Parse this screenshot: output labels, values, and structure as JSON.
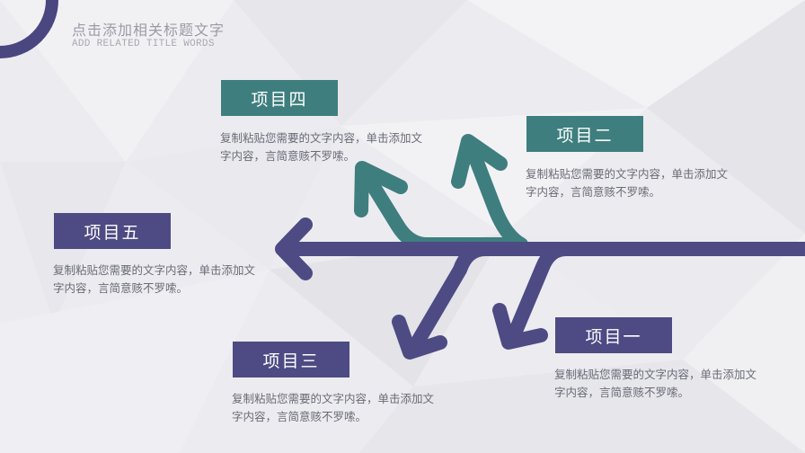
{
  "header": {
    "title": "点击添加相关标题文字",
    "subtitle": "ADD RELATED TITLE WORDS"
  },
  "colors": {
    "teal": "#3f7e7e",
    "purple": "#4e4a83",
    "text": "#6a6a76",
    "background": "#eeeef2"
  },
  "items": [
    {
      "id": "item-4",
      "label": "项目四",
      "color": "teal",
      "desc_line1": "复制粘贴您需要的文字内容，单击添加文",
      "desc_line2": "字内容，言简意赅不罗嗦。"
    },
    {
      "id": "item-2",
      "label": "项目二",
      "color": "teal",
      "desc_line1": "复制粘贴您需要的文字内容，单击添加文",
      "desc_line2": "字内容，言简意赅不罗嗦。"
    },
    {
      "id": "item-5",
      "label": "项目五",
      "color": "purple",
      "desc_line1": "复制粘贴您需要的文字内容，单击添加文",
      "desc_line2": "字内容，言简意赅不罗嗦。"
    },
    {
      "id": "item-3",
      "label": "项目三",
      "color": "purple",
      "desc_line1": "复制粘贴您需要的文字内容，单击添加文",
      "desc_line2": "字内容，言简意赅不罗嗦。"
    },
    {
      "id": "item-1",
      "label": "项目一",
      "color": "purple",
      "desc_line1": "复制粘贴您需要的文字内容，单击添加文",
      "desc_line2": "字内容，言简意赅不罗嗦。"
    }
  ]
}
